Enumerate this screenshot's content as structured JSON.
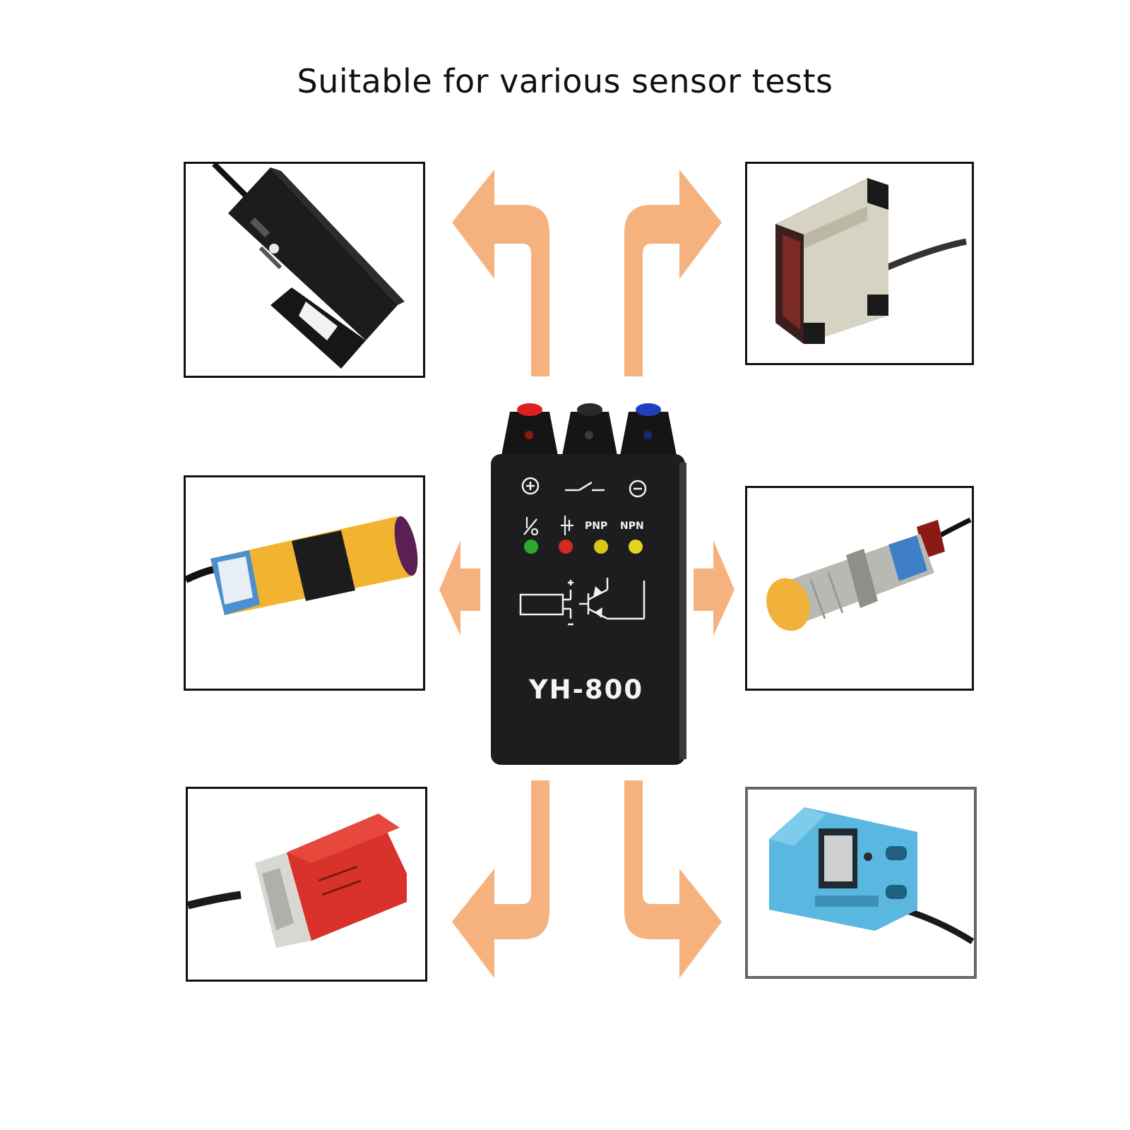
{
  "headline": "Suitable for various sensor tests",
  "device": {
    "model": "YH-800",
    "led_labels": {
      "pnp": "PNP",
      "npn": "NPN"
    },
    "led_colors": [
      "#2fa82f",
      "#d62a1e",
      "#d9c81a",
      "#e4d41e"
    ],
    "terminal_colors": [
      "#e02020",
      "#222222",
      "#1f3fbf"
    ],
    "body_color": "#1d1d1f"
  },
  "arrow_color": "#f5b27e",
  "sensors": [
    "fork-photoelectric-sensor",
    "square-photoelectric-sensor",
    "cylindrical-photoelectric-sensor",
    "cylindrical-inductive-proximity-sensor",
    "square-proximity-sensor-red",
    "square-proximity-sensor-blue"
  ]
}
